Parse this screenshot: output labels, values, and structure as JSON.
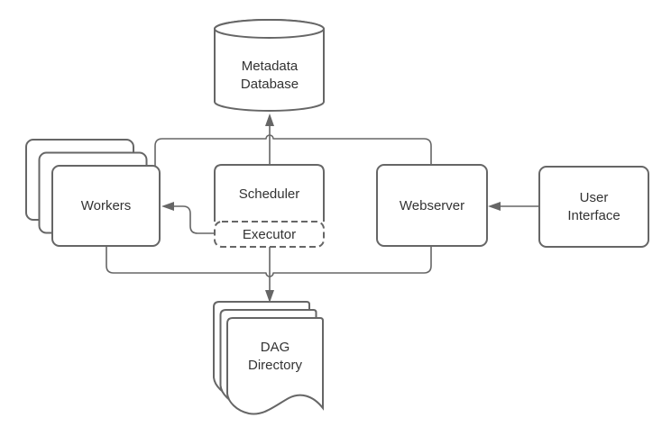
{
  "diagram": {
    "kind": "architecture-diagram",
    "colors": {
      "background": "#ffffff",
      "stroke": "#666666",
      "text": "#333333",
      "shape_fill": "#ffffff"
    },
    "nodes": {
      "metadata_database": {
        "shape": "cylinder",
        "label": "Metadata Database",
        "lines": [
          "Metadata",
          "Database"
        ]
      },
      "workers": {
        "shape": "stacked-rounded-rect",
        "stack_count": 3,
        "label": "Workers"
      },
      "scheduler": {
        "shape": "rounded-rect",
        "label": "Scheduler"
      },
      "executor": {
        "shape": "dashed-rounded-rect",
        "label": "Executor",
        "parent": "scheduler"
      },
      "webserver": {
        "shape": "rounded-rect",
        "label": "Webserver"
      },
      "user_interface": {
        "shape": "rounded-rect",
        "label": "User Interface",
        "lines": [
          "User",
          "Interface"
        ]
      },
      "dag_directory": {
        "shape": "stacked-document",
        "stack_count": 3,
        "label": "DAG Directory",
        "lines": [
          "DAG",
          "Directory"
        ]
      }
    },
    "edges": [
      {
        "from": "scheduler",
        "to": "metadata_database",
        "arrow": "to"
      },
      {
        "from": "workers",
        "to": "metadata_database",
        "via": "top-bus",
        "arrow": "shared"
      },
      {
        "from": "webserver",
        "to": "metadata_database",
        "via": "top-bus",
        "arrow": "shared"
      },
      {
        "from": "executor",
        "to": "workers",
        "arrow": "to"
      },
      {
        "from": "user_interface",
        "to": "webserver",
        "arrow": "to"
      },
      {
        "from": "executor",
        "to": "dag_directory",
        "arrow": "to"
      },
      {
        "from": "workers",
        "to": "dag_directory",
        "via": "bottom-bus",
        "arrow": "shared"
      },
      {
        "from": "webserver",
        "to": "dag_directory",
        "via": "bottom-bus",
        "arrow": "shared"
      }
    ]
  }
}
